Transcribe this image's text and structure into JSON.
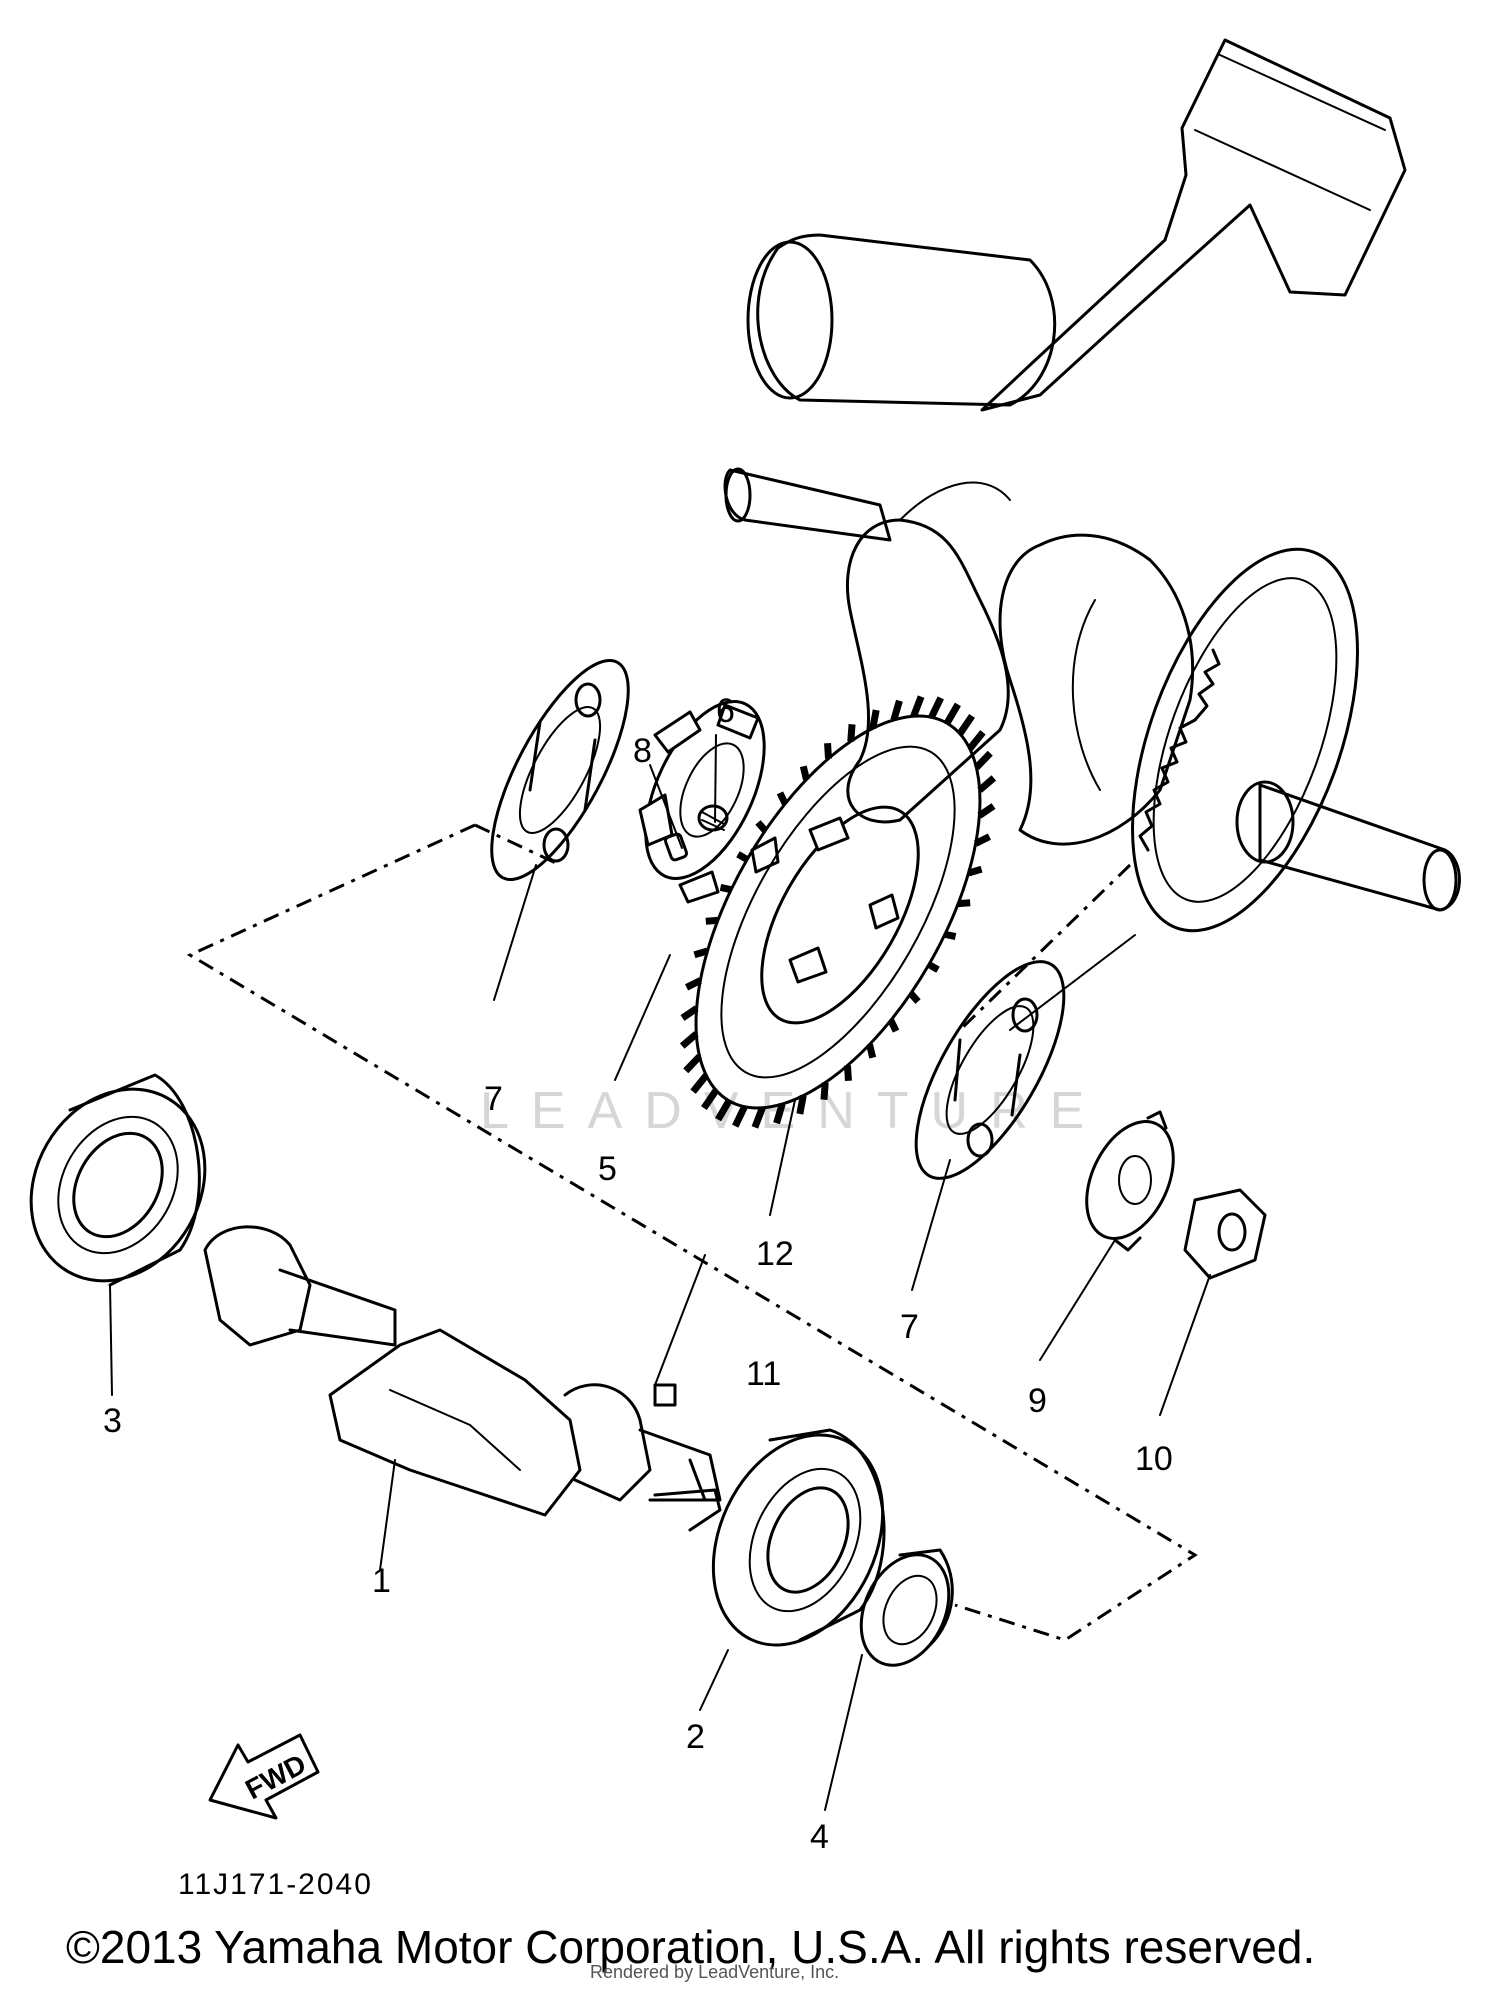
{
  "diagram": {
    "watermark": "LEADVENTURE",
    "diagram_code": "11J171-2040",
    "copyright": "©2013 Yamaha Motor Corporation, U.S.A. All rights reserved.",
    "rendered_by": "Rendered by LeadVenture, Inc.",
    "fwd_label": "FWD",
    "callouts": [
      "1",
      "2",
      "3",
      "4",
      "5",
      "6",
      "7",
      "7",
      "8",
      "9",
      "10",
      "11",
      "12"
    ]
  }
}
